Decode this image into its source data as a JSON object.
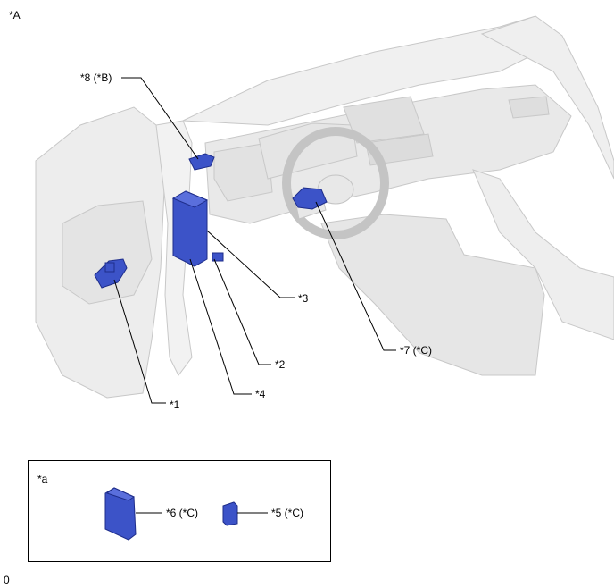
{
  "view_label": "*A",
  "callouts": {
    "c1": "*1",
    "c2": "*2",
    "c3": "*3",
    "c4": "*4",
    "c7": "*7 (*C)",
    "c8": "*8 (*B)"
  },
  "inset": {
    "label": "*a",
    "c6": "*6 (*C)",
    "c5": "*5 (*C)"
  },
  "footer_code": "0",
  "colors": {
    "part_blue": "#3c53c8",
    "part_dark": "#1e2d8a",
    "body_gray": "#e9e9e9",
    "line_gray": "#c4c4c4"
  }
}
